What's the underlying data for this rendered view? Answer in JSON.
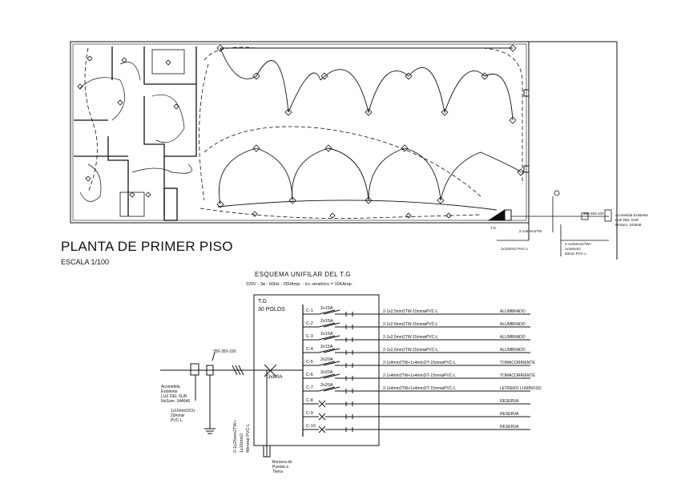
{
  "floor_plan": {
    "title": "PLANTA DE PRIMER PISO",
    "scale": "ESCALA 1/100",
    "meter_label": "Acometida Existente",
    "meter_label_2": "LUZ DEL SUR",
    "meter_label_3": "NoSum. 344646",
    "feeder_labels": [
      "2-1x6mm2TW",
      "1x10mm2 PVC-L",
      "2-1x25mm2TW+",
      "1x16mm2",
      "40mm PVC-L"
    ],
    "breaker_label": "350-350-100"
  },
  "schematic": {
    "title": "ESQUEMA UNIFILAR DEL T.G",
    "specs": "220V - 3ø - 60Hz - 250Amp. - Icc simétrico = 10KAmp.",
    "panel_name": "T.G",
    "panel_poles": "30 POLOS",
    "main_breaker": "3x80A",
    "meter_box_label": "350-350-100",
    "supply": [
      "Acometida",
      "Existente",
      "LUZ DEL SUR",
      "NoSum. 344646"
    ],
    "ground_cable": [
      "1x10mm2/CU",
      "20mmø",
      "PVC-L"
    ],
    "feeder_vertical": [
      "2-1x25mm2TW+",
      "1x16mm2",
      "40mmø PVC-L"
    ],
    "ground_bar": [
      "Bornera de",
      "Puesta a",
      "Tierra"
    ],
    "circuits": [
      {
        "id": "C-1",
        "breaker": "2x15A",
        "cable": "2-1x2.5mm2TW-15mmøPVC-L",
        "use": "ALUMBRADO"
      },
      {
        "id": "C-2",
        "breaker": "2x15A",
        "cable": "2-1x2.5mm2TW-15mmøPVC-L",
        "use": "ALUMBRADO"
      },
      {
        "id": "C-3",
        "breaker": "2x15A",
        "cable": "2-1x2.5mm2TW-15mmøPVC-L",
        "use": "ALUMBRADO"
      },
      {
        "id": "C-4",
        "breaker": "2x15A",
        "cable": "2-1x2.5mm2TW-15mmøPVC-L",
        "use": "ALUMBRADO"
      },
      {
        "id": "C-5",
        "breaker": "2x20A",
        "cable": "2-1x4mm2TW+1x4mm2/T-15mmøPVC-L",
        "use": "TOMACORRIENTE"
      },
      {
        "id": "C-6",
        "breaker": "2x20A",
        "cable": "2-1x4mm2TW+1x4mm2/T-15mmøPVC-L",
        "use": "TOMACORRIENTE"
      },
      {
        "id": "C-7",
        "breaker": "2x20A",
        "cable": "2-1x4mm2TW+1x4mm2/T-15mmøPVC-L",
        "use": "LETRERO LUMINOSO"
      },
      {
        "id": "C-8",
        "breaker": "",
        "cable": "",
        "use": "RESERVA"
      },
      {
        "id": "C-9",
        "breaker": "",
        "cable": "",
        "use": "RESERVA"
      },
      {
        "id": "C-10",
        "breaker": "",
        "cable": "",
        "use": "RESERVA"
      }
    ]
  },
  "colors": {
    "ink": "#111111",
    "background": "#ffffff"
  }
}
